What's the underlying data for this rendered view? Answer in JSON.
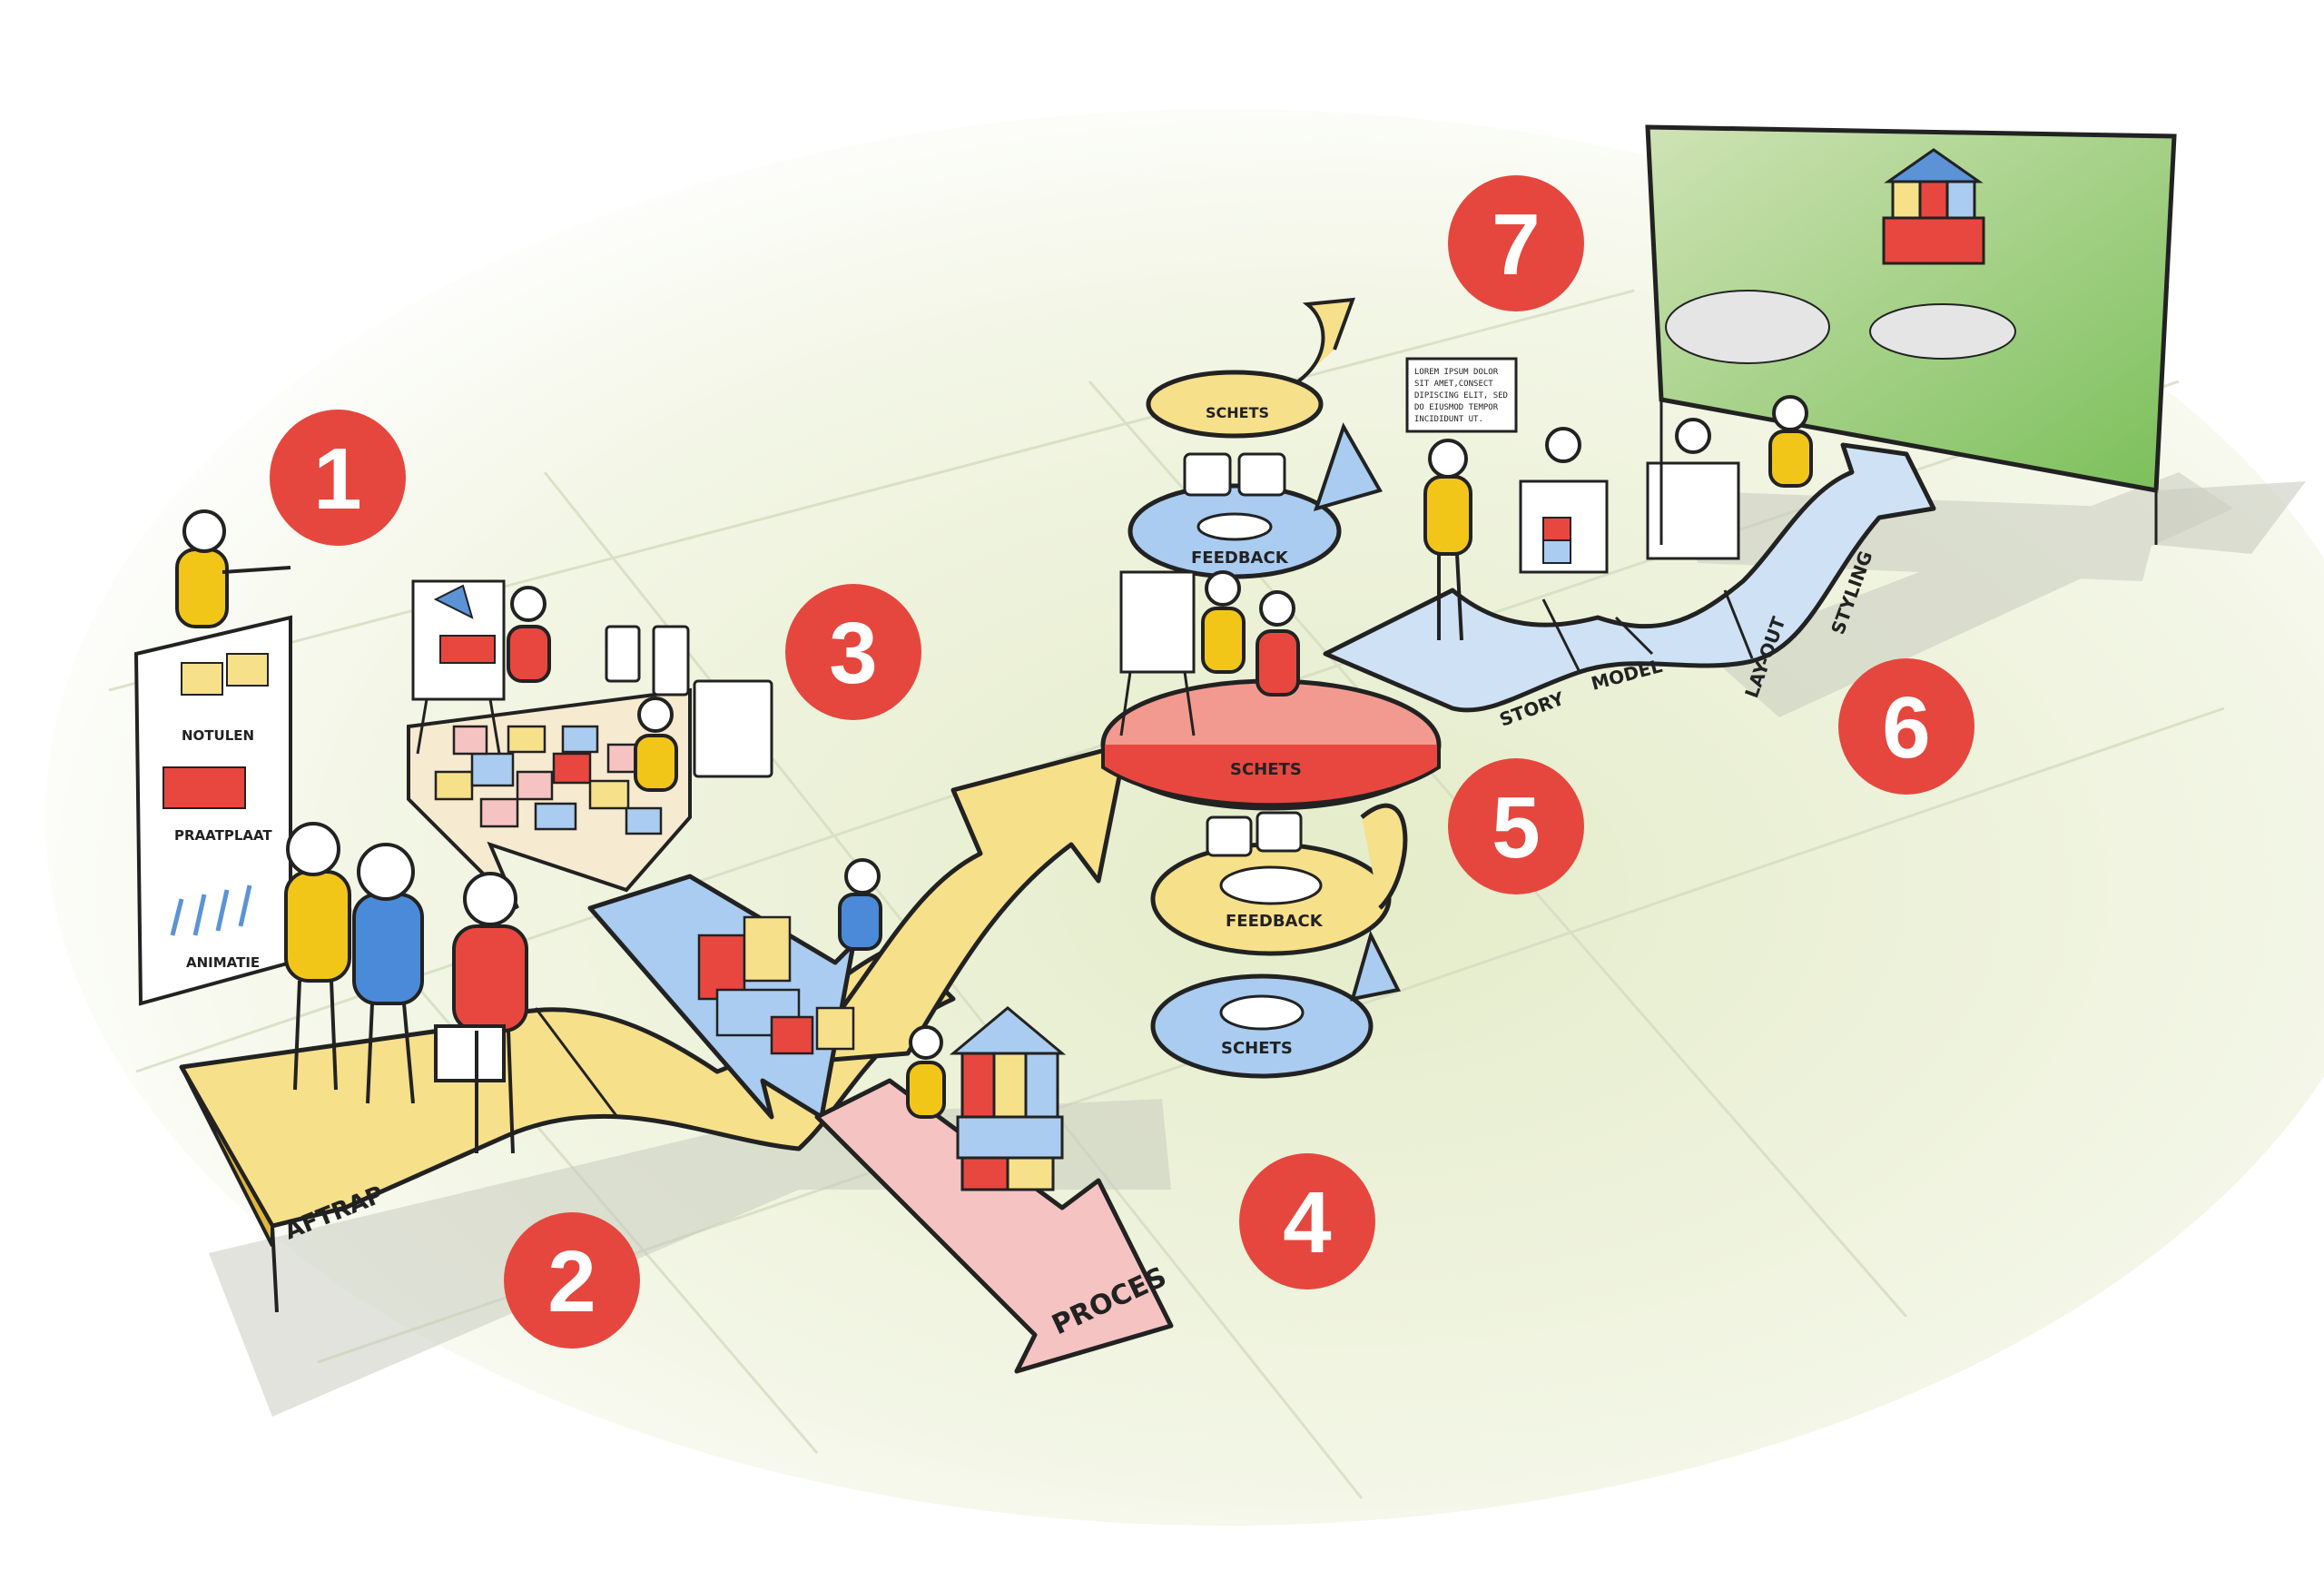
{
  "colors": {
    "yellow": "#f7e08a",
    "yellow_dark": "#e0b73b",
    "blue": "#a9ccf0",
    "blue_dark": "#5b93d6",
    "pink": "#f6c3c3",
    "red": "#e8473f",
    "badge": "#e5473e",
    "ink": "#222222",
    "floor": "#eef3dc"
  },
  "steps": [
    {
      "number": "1"
    },
    {
      "number": "2"
    },
    {
      "number": "3"
    },
    {
      "number": "4"
    },
    {
      "number": "5"
    },
    {
      "number": "6"
    },
    {
      "number": "7"
    }
  ],
  "path_labels": {
    "aftrap": "AFTRAP",
    "proces": "PROCES",
    "story": "STORY",
    "model": "MODEL",
    "layout": "LAY-OUT",
    "styling": "STYLING"
  },
  "spiral_labels": {
    "schets_top": "SCHETS",
    "feedback_top": "FEEDBACK",
    "schets_middle": "SCHETS",
    "feedback_bottom": "FEEDBACK",
    "schets_bottom": "SCHETS"
  },
  "poster": {
    "item1": "NOTULEN",
    "item2": "PRAATPLAAT",
    "item3": "ANIMATIE"
  },
  "sign_text": [
    "LOREM IPSUM DOLOR",
    "SIT AMET,CONSECT",
    "DIPISCING ELIT, SED",
    "DO EIUSMOD TEMPOR",
    "INCIDIDUNT UT."
  ]
}
